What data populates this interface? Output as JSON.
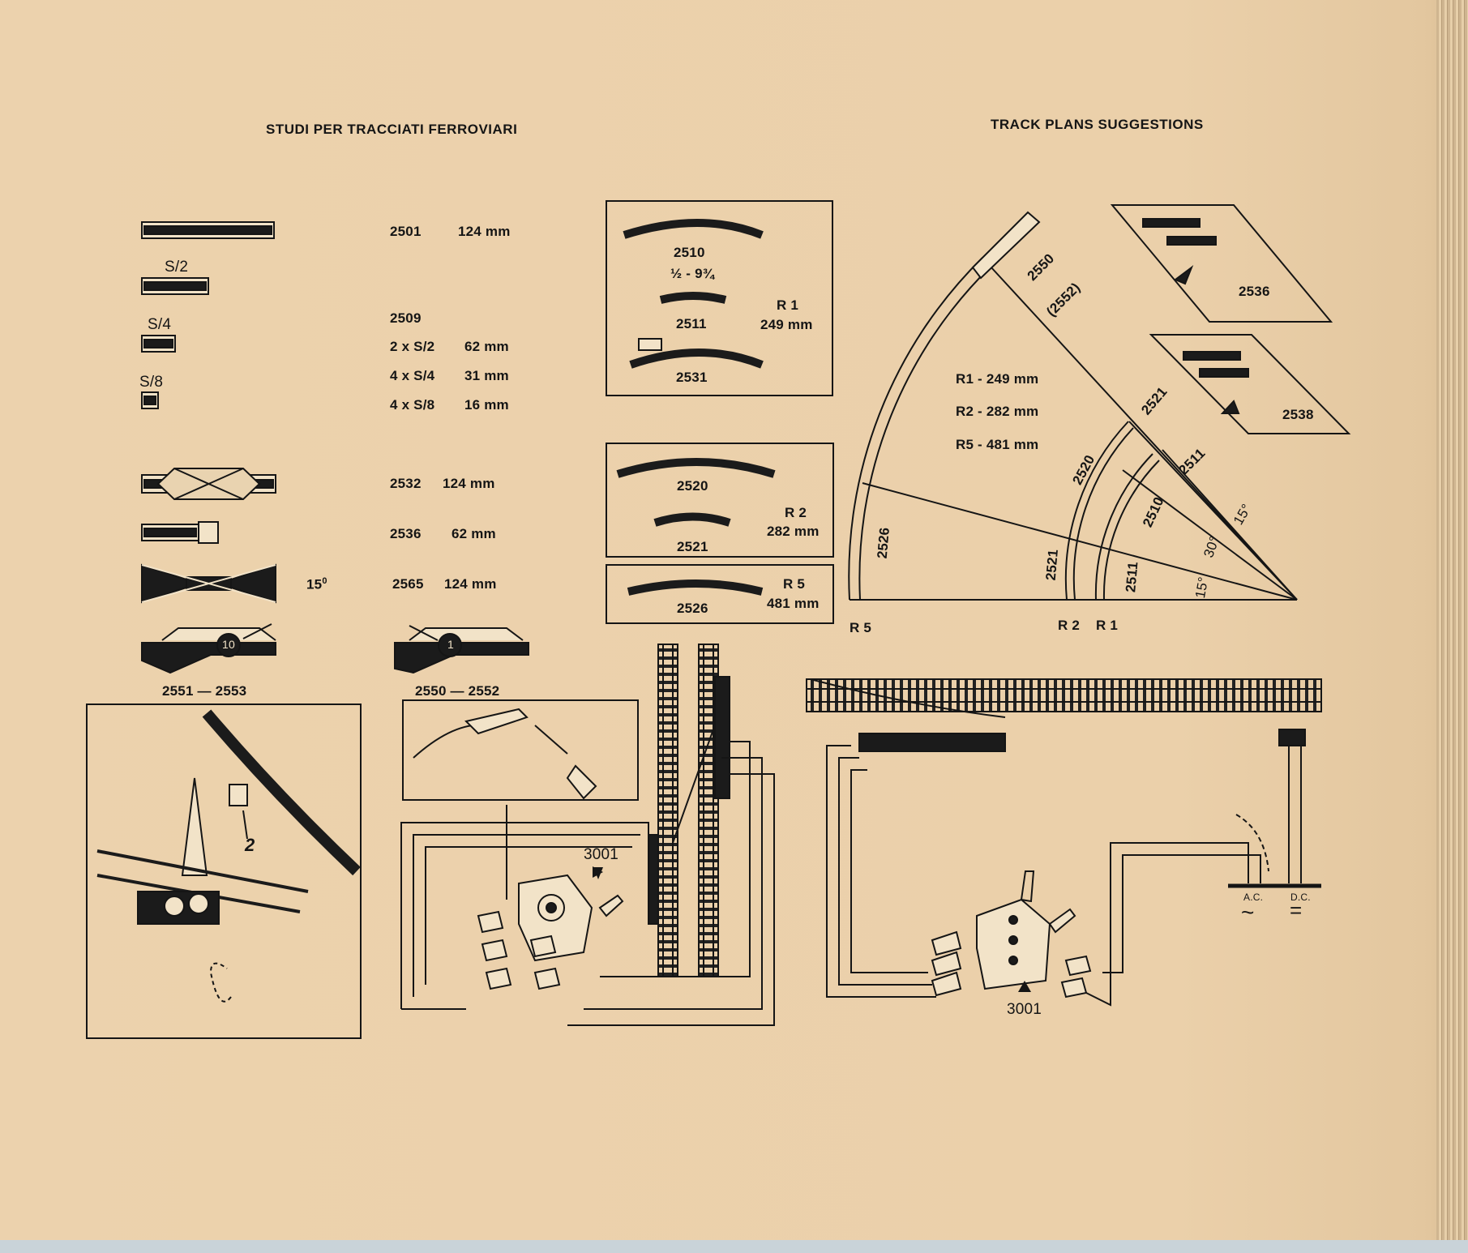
{
  "header": {
    "left_title": "STUDI PER TRACCIATI FERROVIARI",
    "right_title": "TRACK PLANS SUGGESTIONS"
  },
  "catalog": {
    "labels": {
      "s2": "S/2",
      "s4": "S/4",
      "s8": "S/8",
      "angle_15": "15",
      "angle_sup": "0"
    },
    "rows": [
      {
        "code": "2501",
        "size": "124 mm"
      },
      {
        "code": "2509",
        "size": ""
      },
      {
        "code": "2 x S/2",
        "size": "62 mm"
      },
      {
        "code": "4 x S/4",
        "size": "31 mm"
      },
      {
        "code": "4 x S/8",
        "size": "16 mm"
      },
      {
        "code": "2532",
        "size": "124 mm"
      },
      {
        "code": "2536",
        "size": "62 mm"
      },
      {
        "code": "2565",
        "size": "124 mm"
      }
    ],
    "turnout_left": {
      "label": "2551 — 2553",
      "badge": "10"
    },
    "turnout_right": {
      "label": "2550 — 2552",
      "badge": "1"
    }
  },
  "curve_boxes": {
    "r1": {
      "codes": [
        "2510",
        "½ - 9¾",
        "2511",
        "2531"
      ],
      "radius_label": "R 1",
      "radius_mm": "249 mm"
    },
    "r2": {
      "codes": [
        "2520",
        "2521"
      ],
      "radius_label": "R 2",
      "radius_mm": "282 mm"
    },
    "r5": {
      "codes": [
        "2526"
      ],
      "radius_label": "R 5",
      "radius_mm": "481 mm"
    }
  },
  "radius_diagram": {
    "legend": [
      "R1 - 249 mm",
      "R2 - 282 mm",
      "R5 - 481 mm"
    ],
    "sector_labels": [
      "2550",
      "(2552)",
      "2521",
      "2520",
      "2526",
      "2521",
      "2511",
      "2510",
      "2511"
    ],
    "angles": [
      "15°",
      "30°",
      "15°"
    ],
    "axis_labels": [
      "R 5",
      "R 2",
      "R 1"
    ],
    "insets": [
      "2536",
      "2538"
    ]
  },
  "wiring": {
    "hand_number": "2",
    "controller_left": "3001",
    "controller_right": "3001",
    "supply": {
      "ac": "A.C.",
      "dc": "D.C.",
      "ac_symbol": "~",
      "dc_symbol": "="
    }
  },
  "colors": {
    "paper": "#ebd0aa",
    "ink": "#151515"
  }
}
